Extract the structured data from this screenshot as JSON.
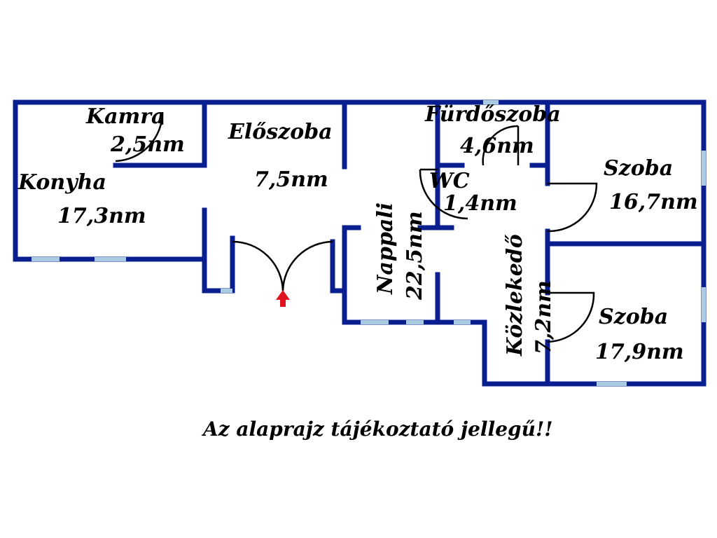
{
  "plan": {
    "rooms": [
      {
        "name": "Kamra",
        "area": "2,5nm"
      },
      {
        "name": "Konyha",
        "area": "17,3nm"
      },
      {
        "name": "Előszoba",
        "area": "7,5nm"
      },
      {
        "name": "Fürdőszoba",
        "area": "4,6nm"
      },
      {
        "name": "WC",
        "area": "1,4nm"
      },
      {
        "name": "Nappali",
        "area": "22,5nm"
      },
      {
        "name": "Közlekedő",
        "area": "7,2nm"
      },
      {
        "name": "Szoba",
        "area": "16,7nm"
      },
      {
        "name": "Szoba",
        "area": "17,9nm"
      }
    ],
    "entrance_marker_color": "#e0161e",
    "wall_color": "#0a1f8f",
    "window_color": "#a9cce3"
  },
  "note": "Az alaprajz tájékoztató jellegű!!"
}
